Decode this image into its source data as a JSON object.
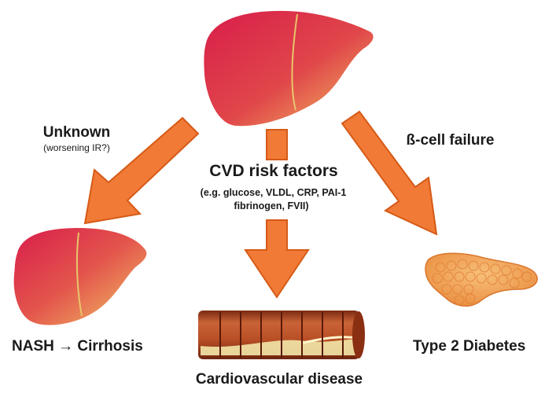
{
  "top_center": {
    "organ": "liver",
    "arrows_out": [
      "left",
      "center",
      "right"
    ]
  },
  "left_branch": {
    "label": "Unknown",
    "sublabel": "(worsening IR?)",
    "outcome": "NASH → Cirrhosis"
  },
  "center_branch": {
    "title": "CVD risk factors",
    "detail_line1": "(e.g. glucose, VLDL, CRP, PAI-1",
    "detail_line2": "fibrinogen, FVII)",
    "outcome": "Cardiovascular disease"
  },
  "right_branch": {
    "label": "ß-cell failure",
    "outcome": "Type 2 Diabetes"
  },
  "colors": {
    "arrow_fill": "#f07a36",
    "arrow_stroke": "#d65a16",
    "liver_red": "#d4234a",
    "liver_yellow": "#f0c35a",
    "pancreas": "#f2a04a",
    "artery": "#b5542a"
  }
}
